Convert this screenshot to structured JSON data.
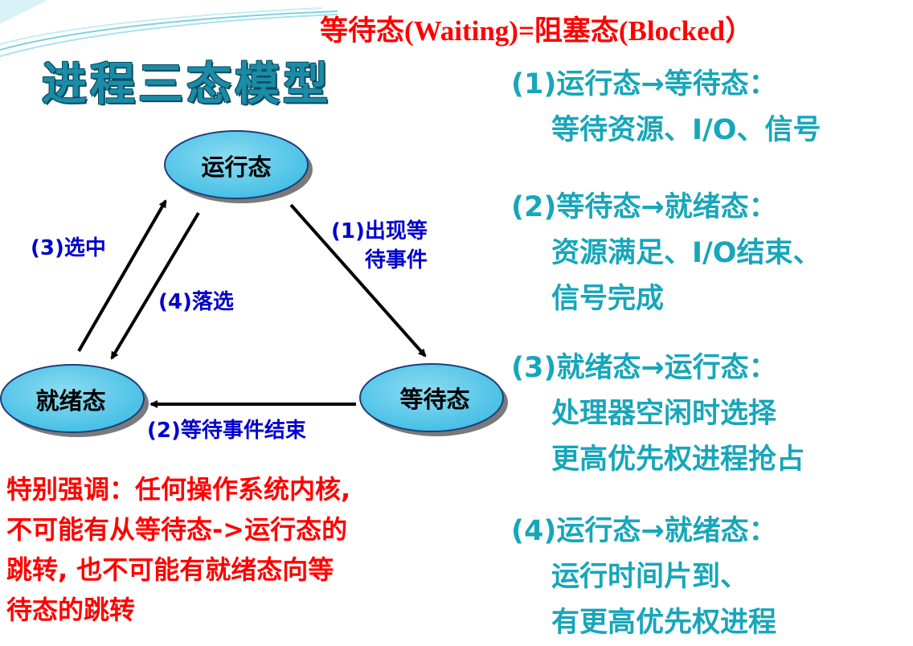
{
  "top_title": "等待态(Waiting)=阻塞态(Blocked）",
  "main_title": "进程三态模型",
  "states": {
    "running": "运行态",
    "ready": "就绪态",
    "waiting": "等待态"
  },
  "edges": {
    "e1": [
      "(1)出现等",
      "待事件"
    ],
    "e2": "(2)等待事件结束",
    "e3": "(3)选中",
    "e4": "(4)落选"
  },
  "warning_lines": [
    "特别强调：任何操作系统内核,",
    "不可能有从等待态->运行态的",
    "跳转, 也不可能有就绪态向等",
    "待态的跳转"
  ],
  "transitions": [
    {
      "head": "(1)运行态→等待态：",
      "desc": [
        "等待资源、I/O、信号"
      ]
    },
    {
      "head": "(2)等待态→就绪态：",
      "desc": [
        "资源满足、I/O结束、",
        "信号完成"
      ]
    },
    {
      "head": "(3)就绪态→运行态：",
      "desc": [
        "处理器空闲时选择",
        "更高优先权进程抢占"
      ]
    },
    {
      "head": "(4)运行态→就绪态：",
      "desc": [
        "运行时间片到、",
        "有更高优先权进程"
      ]
    }
  ],
  "colors": {
    "accent_title": "#1b8ca8",
    "warning": "#ff0000",
    "transition_text": "#17a6ba",
    "edge_label": "#0000cc",
    "state_fill": "#55c9ea",
    "state_border": "#1f3e7a"
  }
}
